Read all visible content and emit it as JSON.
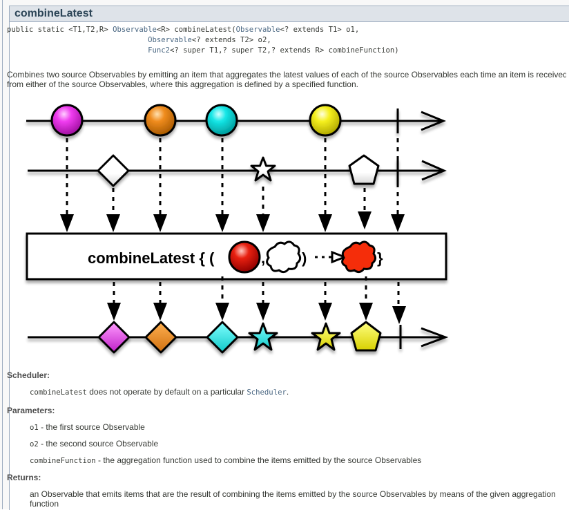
{
  "method": {
    "title": "combineLatest",
    "signature": {
      "line1_prefix": "public static <T1,T2,R> ",
      "line1_type": "Observable",
      "line1_mid": "<R> combineLatest(",
      "line1_param_type": "Observable",
      "line1_suffix": "<? extends T1> o1,",
      "line2_type": "Observable",
      "line2_suffix": "<? extends T2> o2,",
      "line3_type": "Func2",
      "line3_suffix": "<? super T1,? super T2,? extends R> combineFunction)"
    },
    "description_lines": [
      "Combines two source Observables by emitting an item that aggregates the latest values of each of the source Observables each time an item is received",
      "from either of the source Observables, where this aggregation is defined by a specified function."
    ]
  },
  "diagram": {
    "operator_label": "combineLatest { (",
    "operator_comma": ",",
    "operator_close": ")",
    "operator_end": "}",
    "colors": {
      "magenta": "#f03cf0",
      "orange": "#f08c1e",
      "cyan": "#14e6e6",
      "yellow": "#f5f01e",
      "red": "#f52d0a",
      "white": "#ffffff",
      "line": "#000000"
    },
    "source1_items": [
      "magenta-circle",
      "orange-circle",
      "cyan-circle",
      "yellow-circle"
    ],
    "source2_items": [
      "white-diamond",
      "white-star",
      "white-pentagon"
    ],
    "result_items": [
      "magenta-diamond",
      "orange-diamond",
      "cyan-diamond",
      "cyan-star",
      "yellow-star",
      "yellow-pentagon"
    ]
  },
  "details": {
    "scheduler": {
      "heading": "Scheduler:",
      "code_name": "combineLatest",
      "text": " does not operate by default on a particular ",
      "link": "Scheduler",
      "end": "."
    },
    "parameters": {
      "heading": "Parameters:",
      "items": [
        {
          "name": "o1",
          "text": " - the first source Observable"
        },
        {
          "name": "o2",
          "text": " - the second source Observable"
        },
        {
          "name": "combineFunction",
          "text": " - the aggregation function used to combine the items emitted by the source Observables"
        }
      ]
    },
    "returns": {
      "heading": "Returns:",
      "lines": [
        "an Observable that emits items that are the result of combining the items emitted by the source Observables by means of the given aggregation",
        "function"
      ]
    }
  }
}
